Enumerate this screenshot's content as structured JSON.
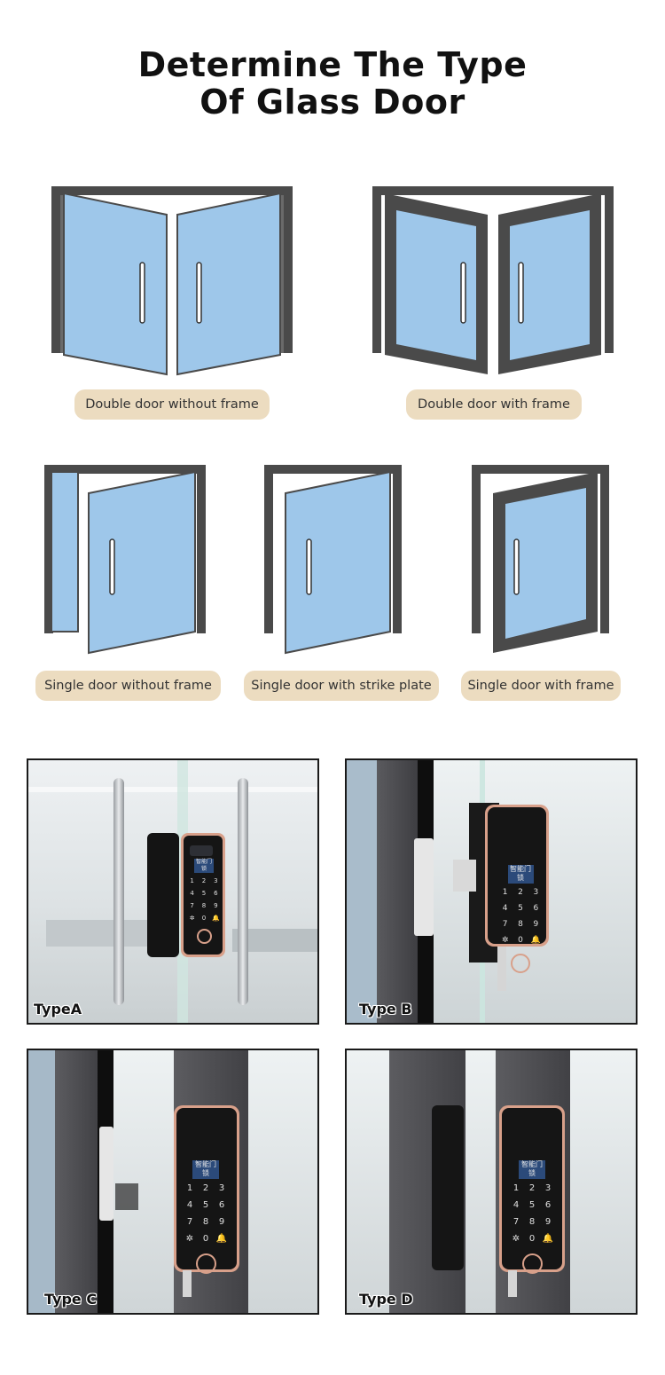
{
  "title": {
    "line1": "Determine The Type",
    "line2": "Of Glass Door"
  },
  "door_types": [
    {
      "label": "Double door without frame",
      "icon": "double-door-without-frame-icon"
    },
    {
      "label": "Double door with frame",
      "icon": "double-door-with-frame-icon"
    },
    {
      "label": "Single door without frame",
      "icon": "single-door-without-frame-icon"
    },
    {
      "label": "Single door with strike plate",
      "icon": "single-door-with-strike-plate-icon"
    },
    {
      "label": "Single door with frame",
      "icon": "single-door-with-frame-icon"
    }
  ],
  "install_types": [
    {
      "label": "TypeA"
    },
    {
      "label": "Type B"
    },
    {
      "label": "Type C"
    },
    {
      "label": "Type D"
    }
  ],
  "keypad": {
    "screen_text": "智能门锁",
    "keys": [
      "1",
      "2",
      "3",
      "4",
      "5",
      "6",
      "7",
      "8",
      "9",
      "✲",
      "0",
      "🔔"
    ]
  },
  "colors": {
    "glass": "#9ec7ea",
    "frame": "#4a4a4a",
    "pill": "#ecdcc0",
    "lock_trim": "#d8a08a",
    "lock_body": "#151515"
  }
}
